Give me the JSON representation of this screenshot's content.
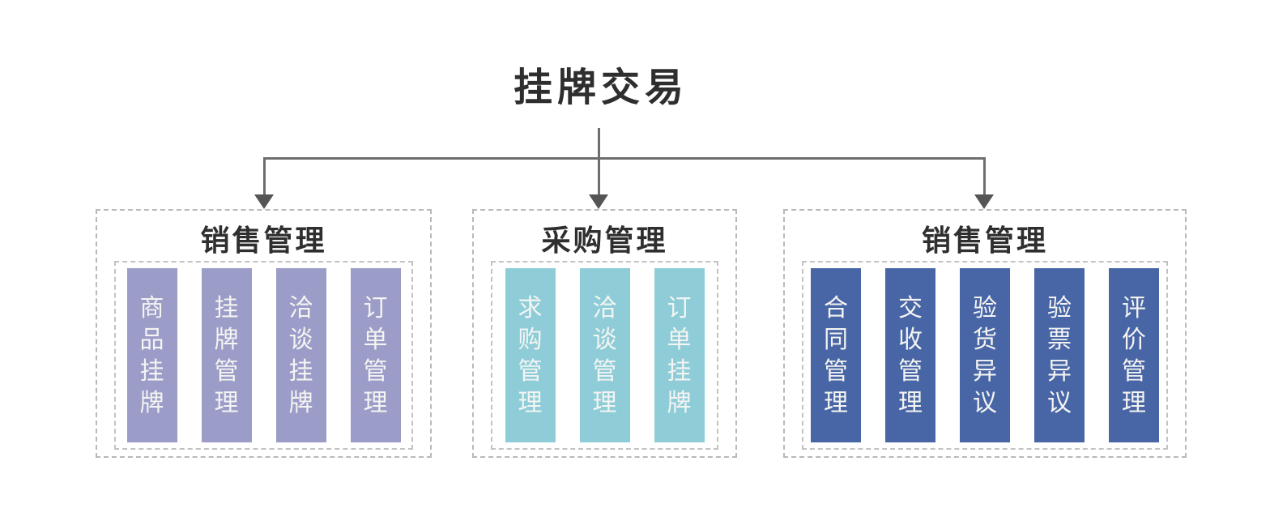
{
  "title": "挂牌交易",
  "colors": {
    "lavender": "#9b9cc8",
    "teal": "#8ecdd8",
    "blue": "#4866a6",
    "line": "#6e6e6e",
    "arrow": "#555555",
    "heading_text": "#2f2f2f",
    "bar_text": "#f4f4f2",
    "dashed_border": "#b9b9b9"
  },
  "groups": [
    {
      "title": "销售管理",
      "color": "#9b9cc8",
      "items": [
        "商品挂牌",
        "挂牌管理",
        "洽谈挂牌",
        "订单管理"
      ]
    },
    {
      "title": "采购管理",
      "color": "#8ecdd8",
      "items": [
        "求购管理",
        "洽谈管理",
        "订单挂牌"
      ]
    },
    {
      "title": "销售管理",
      "color": "#4866a6",
      "items": [
        "合同管理",
        "交收管理",
        "验货异议",
        "验票异议",
        "评价管理"
      ]
    }
  ]
}
